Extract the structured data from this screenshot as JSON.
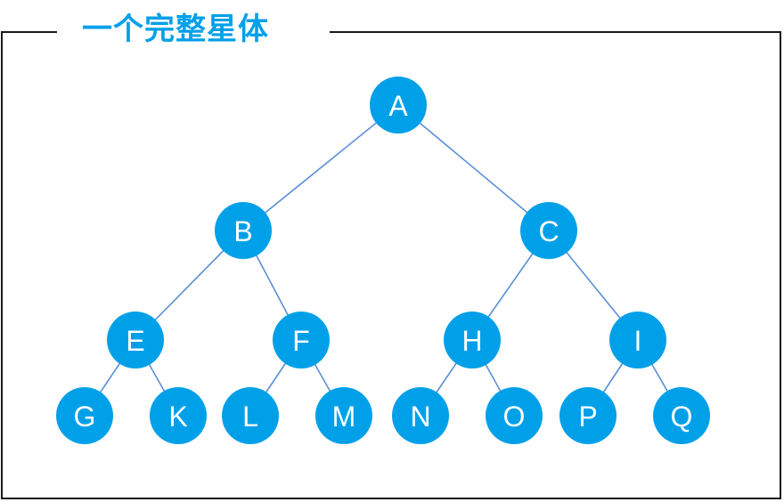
{
  "title": "一个完整星体",
  "colors": {
    "accent": "#00a0e9",
    "edge": "#5b8fd6",
    "border": "#1a1a1a"
  },
  "tree": {
    "nodes": [
      "A",
      "B",
      "C",
      "E",
      "F",
      "H",
      "I",
      "G",
      "K",
      "L",
      "M",
      "N",
      "O",
      "P",
      "Q"
    ],
    "edges": [
      [
        "A",
        "B"
      ],
      [
        "A",
        "C"
      ],
      [
        "B",
        "E"
      ],
      [
        "B",
        "F"
      ],
      [
        "C",
        "H"
      ],
      [
        "C",
        "I"
      ],
      [
        "E",
        "G"
      ],
      [
        "E",
        "K"
      ],
      [
        "F",
        "L"
      ],
      [
        "F",
        "M"
      ],
      [
        "H",
        "N"
      ],
      [
        "H",
        "O"
      ],
      [
        "I",
        "P"
      ],
      [
        "I",
        "Q"
      ]
    ]
  }
}
